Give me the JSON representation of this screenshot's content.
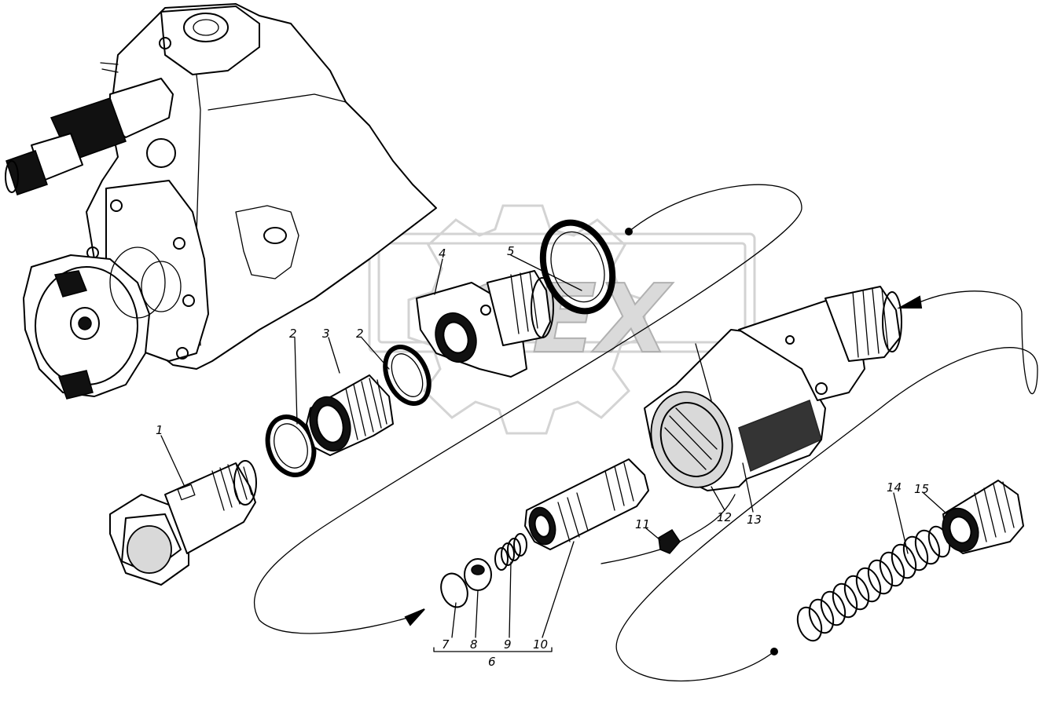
{
  "watermark": "GEX",
  "callouts": [
    {
      "id": "1",
      "label": "1"
    },
    {
      "id": "2a",
      "label": "2"
    },
    {
      "id": "2b",
      "label": "2"
    },
    {
      "id": "3",
      "label": "3"
    },
    {
      "id": "4",
      "label": "4"
    },
    {
      "id": "5",
      "label": "5"
    },
    {
      "id": "6",
      "label": "6"
    },
    {
      "id": "7",
      "label": "7"
    },
    {
      "id": "8",
      "label": "8"
    },
    {
      "id": "9",
      "label": "9"
    },
    {
      "id": "10",
      "label": "10"
    },
    {
      "id": "11",
      "label": "11"
    },
    {
      "id": "12",
      "label": "12"
    },
    {
      "id": "13",
      "label": "13"
    },
    {
      "id": "14",
      "label": "14"
    },
    {
      "id": "15",
      "label": "15"
    }
  ]
}
